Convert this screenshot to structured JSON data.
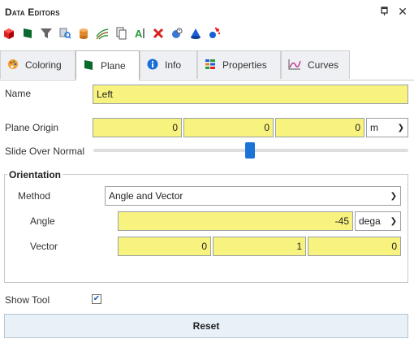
{
  "panel": {
    "title": "Data Editors"
  },
  "window_buttons": {
    "pin_icon": "pin-icon",
    "close_glyph": "✕"
  },
  "toolbar": {
    "items": [
      "cube-icon",
      "flag-icon",
      "funnel-icon",
      "probe-icon",
      "cylinder-icon",
      "streamlines-icon",
      "copy-icon",
      "text-icon",
      "delete-icon",
      "sphere-icon",
      "cone-icon",
      "particles-icon"
    ]
  },
  "tabs": [
    {
      "label": "Coloring",
      "icon": "palette-icon"
    },
    {
      "label": "Plane",
      "icon": "flag-icon",
      "active": true
    },
    {
      "label": "Info",
      "icon": "info-icon"
    },
    {
      "label": "Properties",
      "icon": "properties-icon"
    },
    {
      "label": "Curves",
      "icon": "curves-icon"
    }
  ],
  "form": {
    "name_label": "Name",
    "name_value": "Left",
    "plane_origin_label": "Plane Origin",
    "plane_origin": [
      "0",
      "0",
      "0"
    ],
    "units_value": "m",
    "slide_label": "Slide Over Normal",
    "slider_value_fraction": 0.5,
    "orientation_label": "Orientation",
    "method_label": "Method",
    "method_value": "Angle and Vector",
    "angle_label": "Angle",
    "angle_value": "-45",
    "angle_units": "dega",
    "vector_label": "Vector",
    "vector": [
      "0",
      "1",
      "0"
    ],
    "show_tool_label": "Show Tool",
    "show_tool_checked": true,
    "reset_label": "Reset"
  },
  "colors": {
    "field_yellow": "#f8f37e",
    "accent_blue": "#1a73d6"
  }
}
